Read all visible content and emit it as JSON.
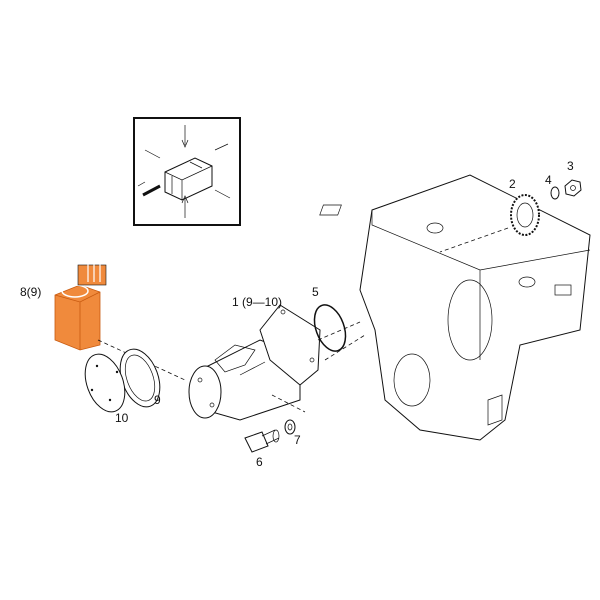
{
  "diagram": {
    "highlight_color": "#f08a3c",
    "callouts": [
      {
        "id": "pump-assembly",
        "text": "1 (9—10)"
      },
      {
        "id": "gear",
        "text": "2"
      },
      {
        "id": "nut",
        "text": "3"
      },
      {
        "id": "washer",
        "text": "4"
      },
      {
        "id": "o-ring",
        "text": "5"
      },
      {
        "id": "bolt",
        "text": "6"
      },
      {
        "id": "seal-washer",
        "text": "7"
      },
      {
        "id": "repair-kit",
        "text": "8(9)"
      },
      {
        "id": "gasket",
        "text": "9"
      },
      {
        "id": "cover",
        "text": "10"
      }
    ]
  }
}
